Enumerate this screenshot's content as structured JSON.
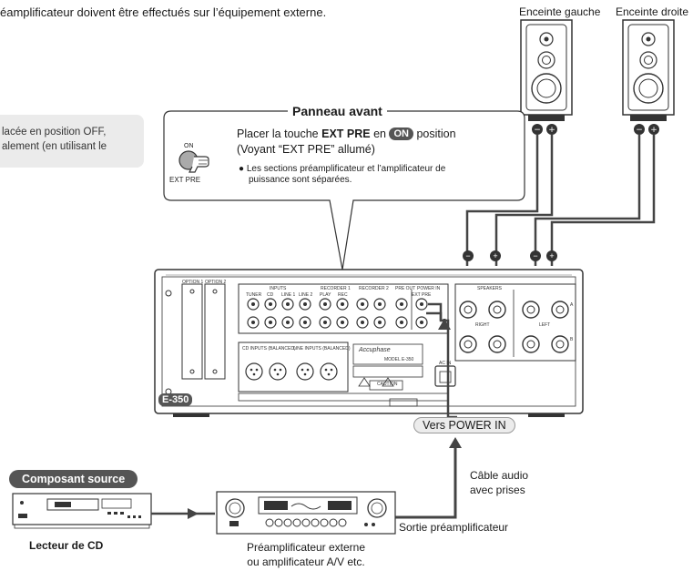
{
  "header": {
    "text": "éamplificateur doivent être effectués sur l’équipement externe."
  },
  "speakers": {
    "left_label": "Enceinte gauche",
    "right_label": "Enceinte droite"
  },
  "note": {
    "line1": "lacée en position OFF,",
    "line2": "alement (en utilisant le"
  },
  "front_panel": {
    "title": "Panneau avant",
    "on_small": "ON",
    "ext_pre_small": "EXT PRE",
    "instruction_prefix": "Placer la touche ",
    "instruction_key": "EXT PRE",
    "instruction_mid": " en ",
    "on_badge": "ON",
    "instruction_suffix": " position",
    "instruction_line2": "(Voyant “EXT PRE” allumé)",
    "bullet_line1": "Les sections préamplificateur et l’amplificateur de",
    "bullet_line2": "puissance sont séparées."
  },
  "amp": {
    "model_badge": "E-350",
    "rear_labels": {
      "option1": "OPTION 1",
      "option2": "OPTION 2",
      "inputs": "INPUTS",
      "recorder1": "RECORDER 1",
      "recorder2": "RECORDER 2",
      "pre_out": "PRE OUT",
      "power_in": "POWER IN",
      "ext_pre": "EXT PRE",
      "tuner": "TUNER",
      "cd": "CD",
      "line1": "LINE 1",
      "line2": "LINE 2",
      "play": "PLAY",
      "rec": "REC",
      "speakers": "SPEAKERS",
      "right": "RIGHT",
      "left": "LEFT",
      "balanced_cd": "CD INPUTS (BALANCED)",
      "balanced_line": "LINE INPUTS (BALANCED)",
      "brand": "Accuphase",
      "model_text": "MODEL E-350",
      "caution": "CAUTION",
      "ac_in": "AC IN",
      "speaker_a": "A",
      "speaker_b": "B"
    }
  },
  "labels": {
    "vers_power_in": "Vers POWER IN",
    "cable_line1": "Câble audio",
    "cable_line2": "avec prises",
    "sortie_pre": "Sortie préamplificateur",
    "composant_source": "Composant source",
    "lecteur_cd": "Lecteur de CD",
    "preamp_line1": "Préamplificateur externe",
    "preamp_line2": "ou amplificateur A/V etc."
  }
}
